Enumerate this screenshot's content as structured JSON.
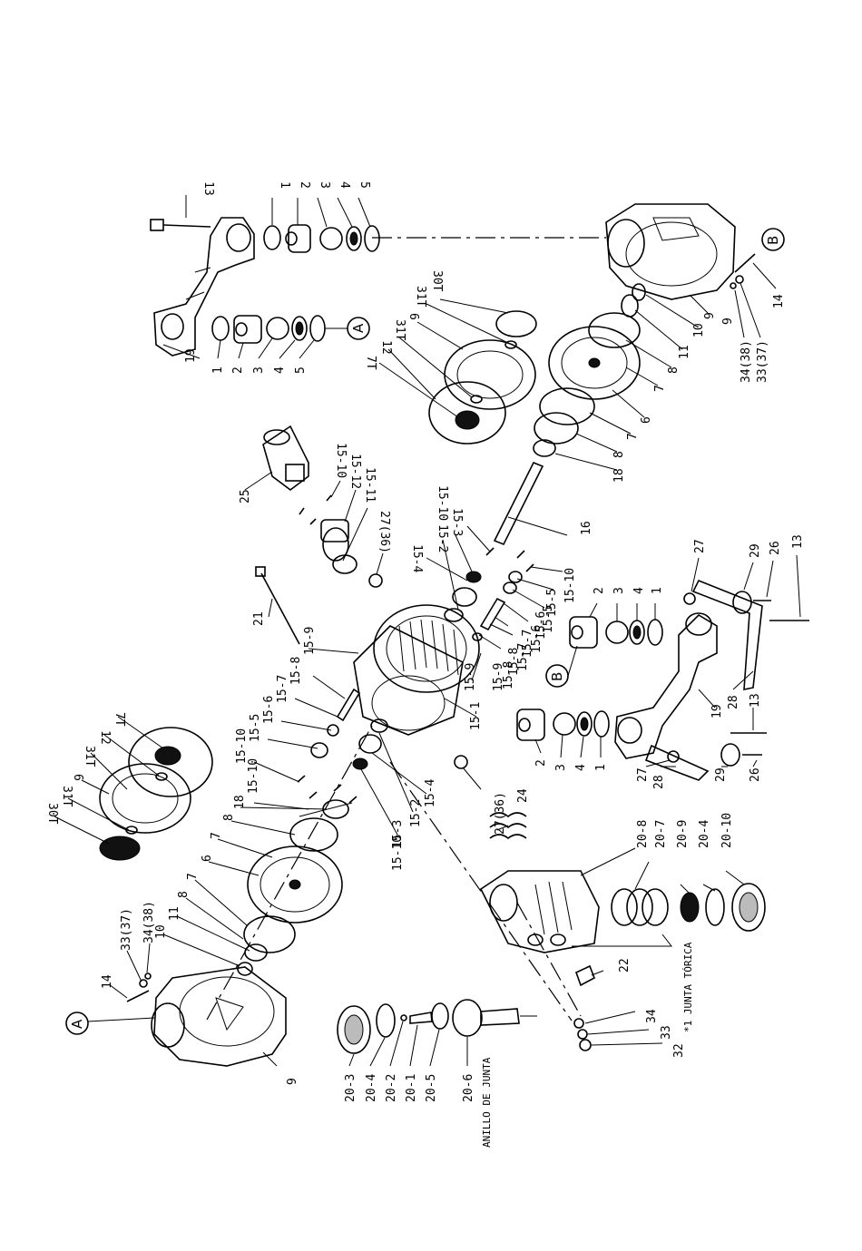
{
  "diagram": {
    "labels": [
      {
        "id": "lbl-13-a",
        "text": "13"
      },
      {
        "id": "lbl-1-a",
        "text": "1"
      },
      {
        "id": "lbl-2-a",
        "text": "2"
      },
      {
        "id": "lbl-3-a",
        "text": "3"
      },
      {
        "id": "lbl-4-a",
        "text": "4"
      },
      {
        "id": "lbl-5-a",
        "text": "5"
      },
      {
        "id": "lbl-19-a",
        "text": "19"
      },
      {
        "id": "lbl-1-b",
        "text": "1"
      },
      {
        "id": "lbl-2-b",
        "text": "2"
      },
      {
        "id": "lbl-3-b",
        "text": "3"
      },
      {
        "id": "lbl-4-b",
        "text": "4"
      },
      {
        "id": "lbl-5-b",
        "text": "5"
      },
      {
        "id": "lbl-30T-a",
        "text": "30T"
      },
      {
        "id": "lbl-31T-a",
        "text": "31T"
      },
      {
        "id": "lbl-6-a",
        "text": "6"
      },
      {
        "id": "lbl-31T-b",
        "text": "31T"
      },
      {
        "id": "lbl-12-a",
        "text": "12"
      },
      {
        "id": "lbl-7T-a",
        "text": "7T"
      },
      {
        "id": "lbl-10-a",
        "text": "10"
      },
      {
        "id": "lbl-11-a",
        "text": "11"
      },
      {
        "id": "lbl-8-a",
        "text": "8"
      },
      {
        "id": "lbl-7-a",
        "text": "7"
      },
      {
        "id": "lbl-6-b",
        "text": "6"
      },
      {
        "id": "lbl-7-b",
        "text": "7"
      },
      {
        "id": "lbl-8-b",
        "text": "8"
      },
      {
        "id": "lbl-18-a",
        "text": "18"
      },
      {
        "id": "lbl-9-a",
        "text": "9"
      },
      {
        "id": "lbl-34-38-a",
        "text": "34(38)"
      },
      {
        "id": "lbl-33-37-a",
        "text": "33(37)"
      },
      {
        "id": "lbl-14-a",
        "text": "14"
      },
      {
        "id": "lbl-25",
        "text": "25"
      },
      {
        "id": "lbl-15-10-a",
        "text": "15-10"
      },
      {
        "id": "lbl-15-12",
        "text": "15-12"
      },
      {
        "id": "lbl-15-11",
        "text": "15-11"
      },
      {
        "id": "lbl-27-36-a",
        "text": "27(36)"
      },
      {
        "id": "lbl-15-10-b",
        "text": "15-10"
      },
      {
        "id": "lbl-15-3-a",
        "text": "15-3"
      },
      {
        "id": "lbl-15-2-a",
        "text": "15-2"
      },
      {
        "id": "lbl-15-4-a",
        "text": "15-4"
      },
      {
        "id": "lbl-16",
        "text": "16"
      },
      {
        "id": "lbl-21",
        "text": "21"
      },
      {
        "id": "lbl-15-9-a",
        "text": "15-9"
      },
      {
        "id": "lbl-15-8-a",
        "text": "15-8"
      },
      {
        "id": "lbl-15-7-a",
        "text": "15-7"
      },
      {
        "id": "lbl-15-6-a",
        "text": "15-6"
      },
      {
        "id": "lbl-15-5-a",
        "text": "15-5"
      },
      {
        "id": "lbl-15-10-c",
        "text": "15-10"
      },
      {
        "id": "lbl-15-1",
        "text": "15-1"
      },
      {
        "id": "lbl-15-9-b",
        "text": "15-9"
      },
      {
        "id": "lbl-15-8-b",
        "text": "15-8"
      },
      {
        "id": "lbl-15-7-b",
        "text": "15-7"
      },
      {
        "id": "lbl-15-6-b",
        "text": "15-6"
      },
      {
        "id": "lbl-15-5-b",
        "text": "15-5"
      },
      {
        "id": "lbl-15-10-d",
        "text": "15-10"
      },
      {
        "id": "lbl-27",
        "text": "27"
      },
      {
        "id": "lbl-29-a",
        "text": "29"
      },
      {
        "id": "lbl-26-a",
        "text": "26"
      },
      {
        "id": "lbl-13-b",
        "text": "13"
      },
      {
        "id": "lbl-2-c",
        "text": "2"
      },
      {
        "id": "lbl-3-c",
        "text": "3"
      },
      {
        "id": "lbl-4-c",
        "text": "4"
      },
      {
        "id": "lbl-1-c",
        "text": "1"
      },
      {
        "id": "lbl-28-a",
        "text": "28"
      },
      {
        "id": "lbl-19-b",
        "text": "19"
      },
      {
        "id": "lbl-13-c",
        "text": "13"
      },
      {
        "id": "lbl-2-d",
        "text": "2"
      },
      {
        "id": "lbl-3-d",
        "text": "3"
      },
      {
        "id": "lbl-4-d",
        "text": "4"
      },
      {
        "id": "lbl-1-d",
        "text": "1"
      },
      {
        "id": "lbl-27-36-b",
        "text": "27(36)"
      },
      {
        "id": "lbl-27-b",
        "text": "27"
      },
      {
        "id": "lbl-28-b",
        "text": "28"
      },
      {
        "id": "lbl-29-b",
        "text": "29"
      },
      {
        "id": "lbl-26-b",
        "text": "26"
      },
      {
        "id": "lbl-7T-b",
        "text": "7T"
      },
      {
        "id": "lbl-12-b",
        "text": "12"
      },
      {
        "id": "lbl-31T-c",
        "text": "31T"
      },
      {
        "id": "lbl-6-c",
        "text": "6"
      },
      {
        "id": "lbl-31T-d",
        "text": "31T"
      },
      {
        "id": "lbl-30T-b",
        "text": "30T"
      },
      {
        "id": "lbl-15-10-e",
        "text": "15-10"
      },
      {
        "id": "lbl-18-b",
        "text": "18"
      },
      {
        "id": "lbl-8-c",
        "text": "8"
      },
      {
        "id": "lbl-7-c",
        "text": "7"
      },
      {
        "id": "lbl-6-d",
        "text": "6"
      },
      {
        "id": "lbl-7-d",
        "text": "7"
      },
      {
        "id": "lbl-8-d",
        "text": "8"
      },
      {
        "id": "lbl-11-b",
        "text": "11"
      },
      {
        "id": "lbl-10-b",
        "text": "10"
      },
      {
        "id": "lbl-34-38-b",
        "text": "34(38)"
      },
      {
        "id": "lbl-33-37-b",
        "text": "33(37)"
      },
      {
        "id": "lbl-14-b",
        "text": "14"
      },
      {
        "id": "lbl-9-b",
        "text": "9"
      },
      {
        "id": "lbl-15-9-c",
        "text": "15-9"
      },
      {
        "id": "lbl-15-8-c",
        "text": "15-8"
      },
      {
        "id": "lbl-15-7-c",
        "text": "15-7"
      },
      {
        "id": "lbl-15-6-c",
        "text": "15-6"
      },
      {
        "id": "lbl-15-5-c",
        "text": "15-5"
      },
      {
        "id": "lbl-15-10-f",
        "text": "15-10"
      },
      {
        "id": "lbl-15-3-b",
        "text": "15-3"
      },
      {
        "id": "lbl-15-2-b",
        "text": "15-2"
      },
      {
        "id": "lbl-15-4-b",
        "text": "15-4"
      },
      {
        "id": "lbl-24",
        "text": "24"
      },
      {
        "id": "lbl-20-8",
        "text": "20-8"
      },
      {
        "id": "lbl-20-7",
        "text": "20-7"
      },
      {
        "id": "lbl-20-9",
        "text": "20-9"
      },
      {
        "id": "lbl-20-4-a",
        "text": "20-4"
      },
      {
        "id": "lbl-20-10",
        "text": "20-10"
      },
      {
        "id": "lbl-22",
        "text": "22"
      },
      {
        "id": "lbl-34",
        "text": "34"
      },
      {
        "id": "lbl-33",
        "text": "33"
      },
      {
        "id": "lbl-32",
        "text": "32"
      },
      {
        "id": "lbl-20-3",
        "text": "20-3"
      },
      {
        "id": "lbl-20-4-b",
        "text": "20-4"
      },
      {
        "id": "lbl-20-2",
        "text": "20-2"
      },
      {
        "id": "lbl-20-1",
        "text": "20-1"
      },
      {
        "id": "lbl-20-5",
        "text": "20-5"
      },
      {
        "id": "lbl-20-6",
        "text": "20-6"
      },
      {
        "id": "lbl-9-c",
        "text": "9"
      }
    ],
    "notes": {
      "o_ring": "*1 JUNTA TÓRICA",
      "gasket_ring": "ANILLO DE JUNTA"
    },
    "callouts": {
      "a1": "A",
      "a2": "A",
      "b1": "B",
      "b2": "B"
    }
  }
}
